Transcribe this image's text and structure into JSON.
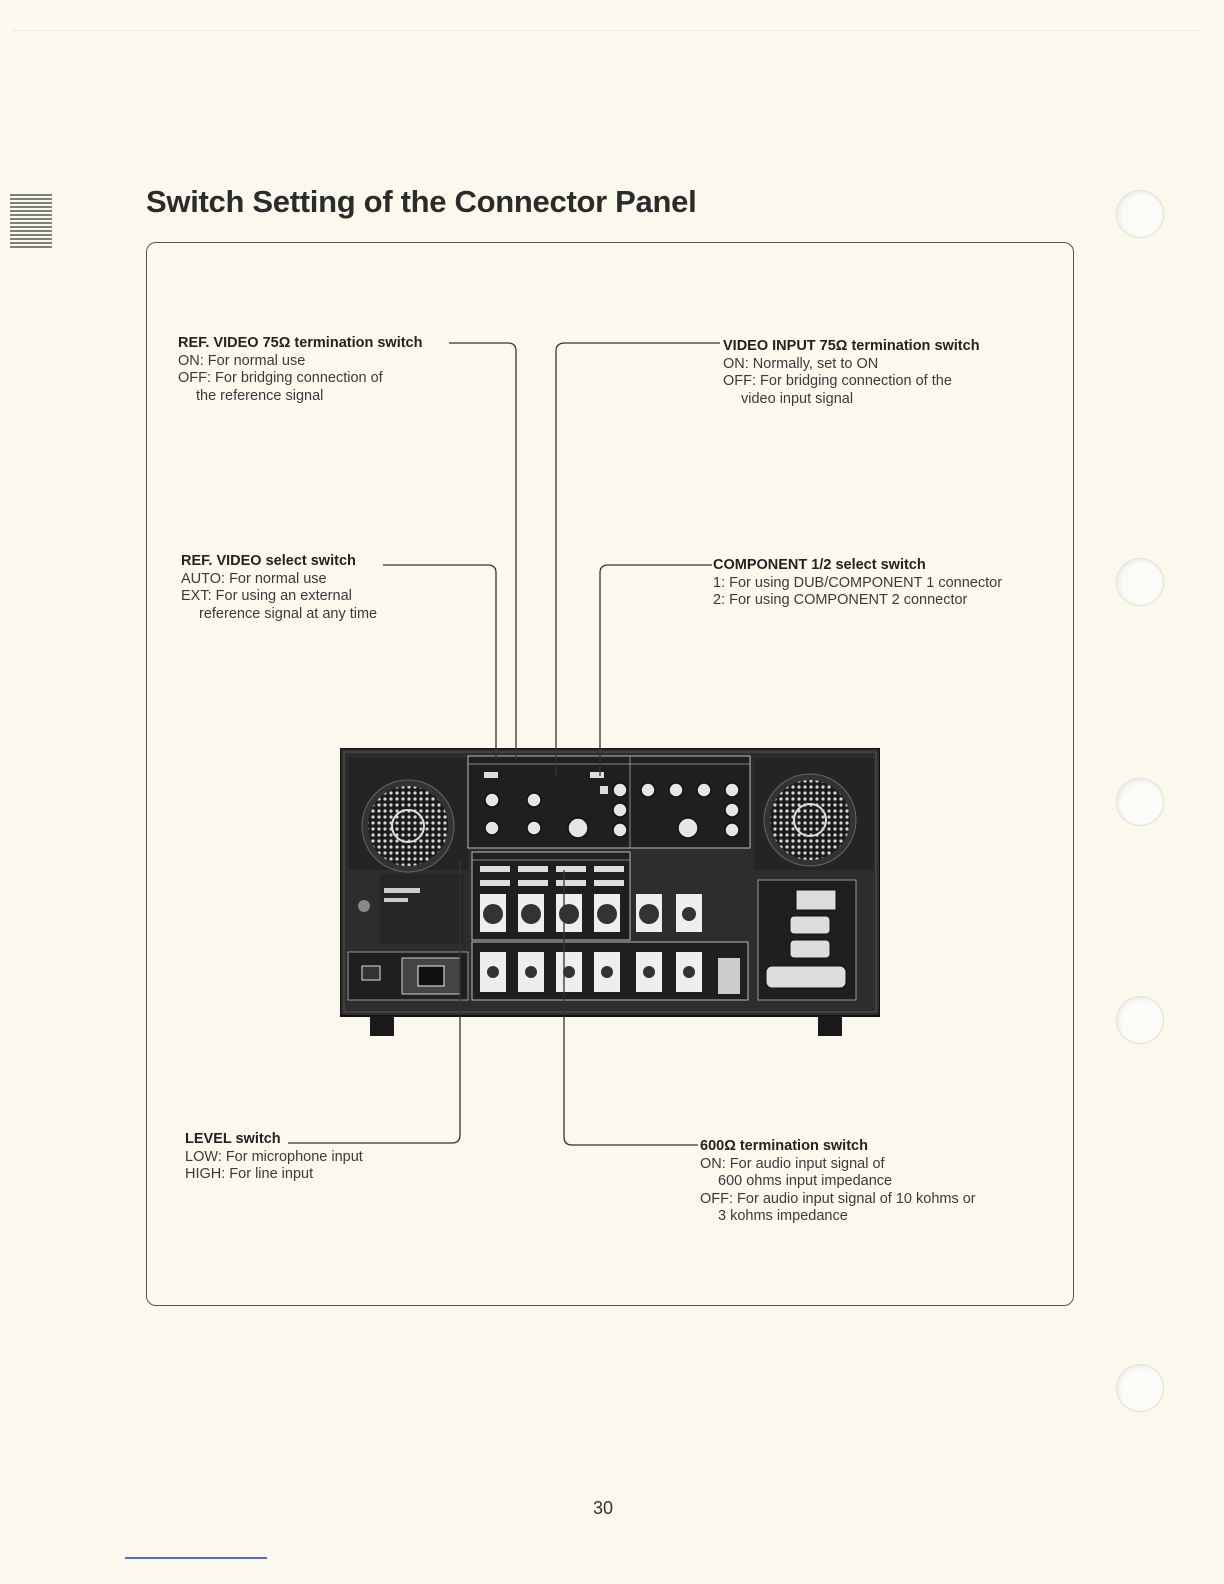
{
  "page": {
    "title": "Switch Setting of the Connector Panel",
    "page_number": "30"
  },
  "callouts": {
    "ref_video_termination": {
      "title": "REF. VIDEO 75Ω termination switch",
      "lines": [
        "ON: For normal use",
        "OFF: For bridging connection of",
        "the reference signal"
      ]
    },
    "video_input_termination": {
      "title": "VIDEO INPUT 75Ω termination switch",
      "lines": [
        "ON: Normally, set to ON",
        "OFF: For bridging connection of the",
        "video input signal"
      ]
    },
    "ref_video_select": {
      "title": "REF. VIDEO select switch",
      "lines": [
        "AUTO: For normal use",
        "EXT: For using an external",
        "reference signal at any time"
      ]
    },
    "component_select": {
      "title": "COMPONENT 1/2 select switch",
      "lines": [
        "1: For using DUB/COMPONENT 1 connector",
        "2: For using COMPONENT 2 connector"
      ]
    },
    "level_switch": {
      "title": "LEVEL switch",
      "lines": [
        "LOW: For microphone input",
        "HIGH: For line input"
      ]
    },
    "termination_600": {
      "title": "600Ω termination switch",
      "lines": [
        "ON: For audio input signal of",
        "600 ohms input impedance",
        "OFF: For audio input signal of 10 kohms or",
        "3 kohms impedance"
      ]
    }
  },
  "colors": {
    "paper": "#fdfbf1",
    "ink": "#2a2a2a",
    "panel": "#2b2b2b"
  }
}
